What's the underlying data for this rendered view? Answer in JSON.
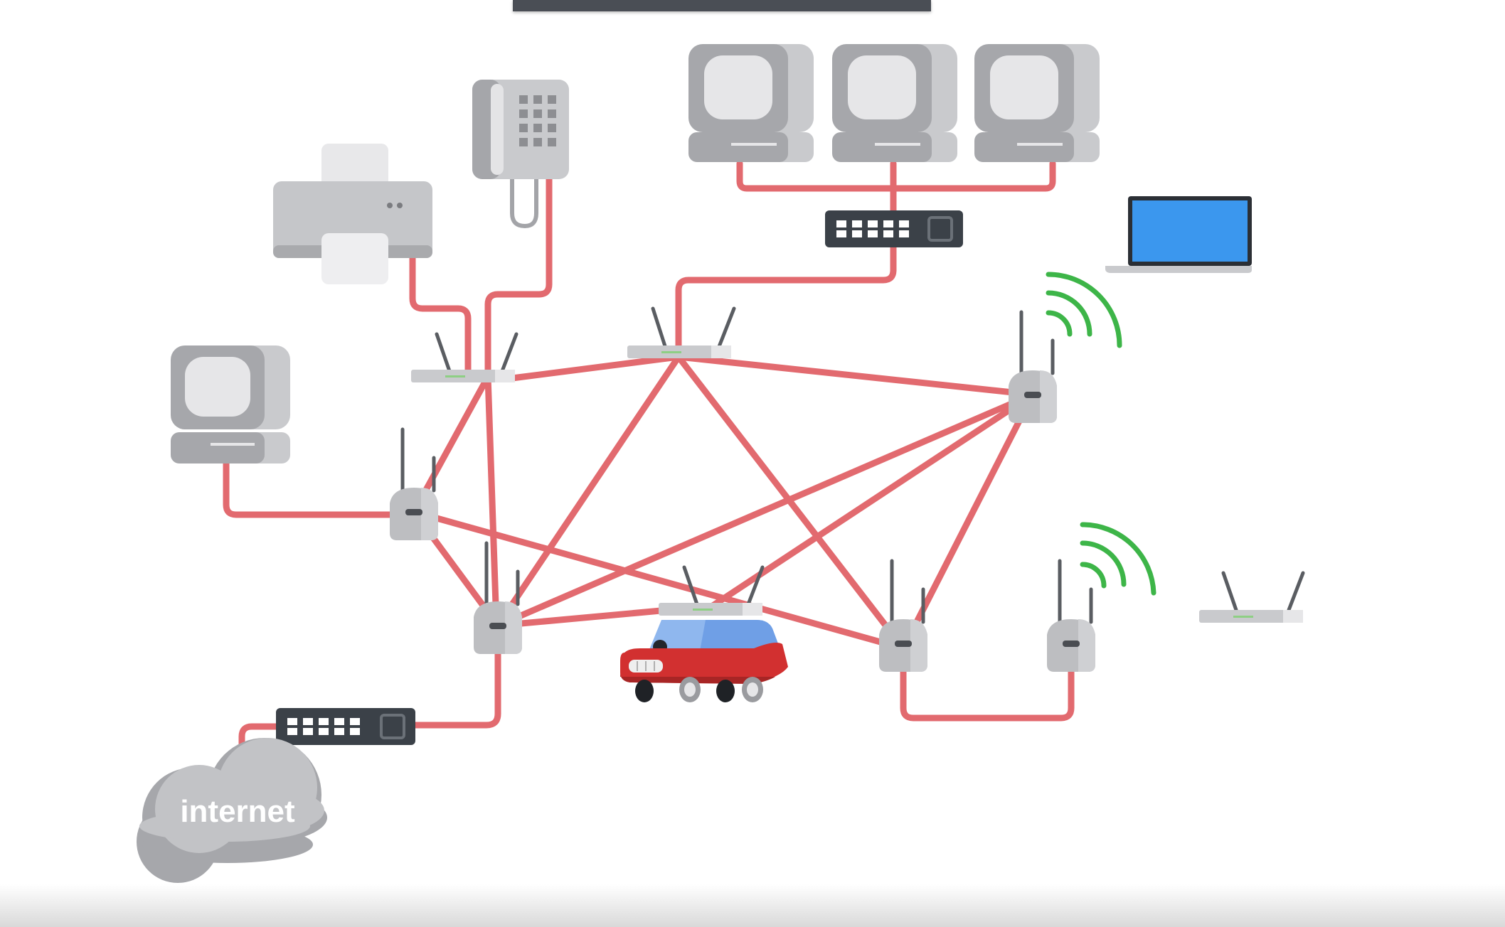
{
  "video_top_bar": {},
  "cloud": {
    "label": "internet"
  },
  "colors": {
    "cable": "#e26a6f",
    "device_dark": "#a6a7ab",
    "device_light": "#c9cacd",
    "device_pale": "#e6e6e8",
    "switch": "#3b4148",
    "laptop_screen": "#3b97ee",
    "car": "#d23030",
    "wifi_waves": "#3db548"
  },
  "devices": [
    {
      "name": "printer"
    },
    {
      "name": "desk-phone"
    },
    {
      "name": "desktop-computer-1"
    },
    {
      "name": "desktop-computer-2"
    },
    {
      "name": "desktop-computer-3"
    },
    {
      "name": "desktop-computer-left"
    },
    {
      "name": "network-switch-top"
    },
    {
      "name": "network-switch-bottom"
    },
    {
      "name": "laptop"
    },
    {
      "name": "wireless-router-top"
    },
    {
      "name": "wireless-router-left"
    },
    {
      "name": "wireless-router-right"
    },
    {
      "name": "mesh-node-left"
    },
    {
      "name": "mesh-node-center"
    },
    {
      "name": "mesh-node-right-top"
    },
    {
      "name": "mesh-node-right-bottom"
    },
    {
      "name": "mesh-node-far-right"
    },
    {
      "name": "car"
    }
  ]
}
